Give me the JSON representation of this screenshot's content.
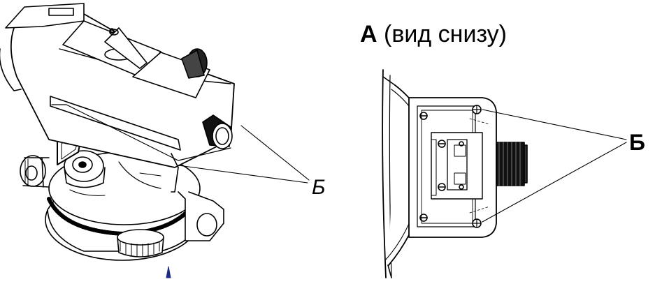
{
  "view_title": {
    "letter": "A",
    "caption": "(вид снизу)"
  },
  "callouts": {
    "left": "Б",
    "right": "Б"
  },
  "colors": {
    "ink": "#000000",
    "marker": "#1a2a8a"
  }
}
